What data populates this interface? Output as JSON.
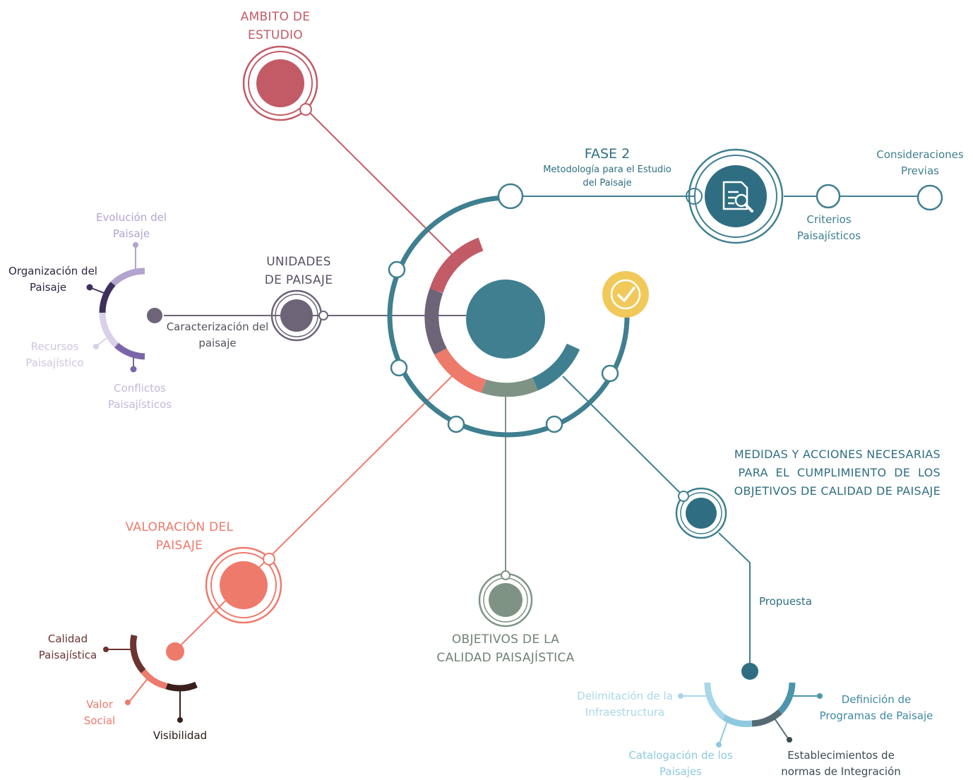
{
  "colors": {
    "teal": "#3f7f90",
    "red": "#c25b66",
    "purple": "#6d6478",
    "salmon": "#ee7a6c",
    "gray_green": "#7f9384",
    "yellow": "#f0c95a",
    "dark_teal": "#2f6e82",
    "light_purple": "#b3a3cf",
    "dark_purple": "#3f2f5c",
    "brown": "#6b3430",
    "light_blue": "#8ec9e0",
    "blue_gray": "#566a75"
  },
  "icons": {
    "fase2": "document-search-icon",
    "check": "check-icon"
  },
  "diagram": {
    "ambito": {
      "line1": "AMBITO DE",
      "line2": "ESTUDIO"
    },
    "fase2": {
      "title": "FASE 2",
      "subtitle_line1": "Metodología para el  Estudio",
      "subtitle_line2": "del Paisaje"
    },
    "consideraciones": {
      "line1": "Consideraciones",
      "line2": "Previas"
    },
    "criterios": {
      "line1": "Criterios",
      "line2": "Paisajísticos"
    },
    "unidades": {
      "line1": "UNIDADES",
      "line2": "DE PAISAJE"
    },
    "caracterizacion": {
      "line1": "Caracterización del",
      "line2": "paisaje"
    },
    "evolucion": {
      "line1": "Evolución del",
      "line2": "Paisaje"
    },
    "organizacion": {
      "line1": "Organización del",
      "line2": "Paisaje"
    },
    "recursos": {
      "line1": "Recursos",
      "line2": "Paisajístico"
    },
    "conflictos": {
      "line1": "Conflictos",
      "line2": "Paisajísticos"
    },
    "medidas": {
      "line1": "MEDIDAS Y ACCIONES NECESARIAS",
      "line2": "PARA  EL  CUMPLIMIENTO  DE  LOS",
      "line3": "OBJETIVOS DE CALIDAD DE PAISAJE"
    },
    "propuesta": "Propuesta",
    "valoracion": {
      "line1": "VALORACIÓN DEL",
      "line2": "PAISAJE"
    },
    "calidad": {
      "line1": "Calidad",
      "line2": "Paisajística"
    },
    "valor_social": {
      "line1": "Valor",
      "line2": "Social"
    },
    "visibilidad": "Visibilidad",
    "objetivos": {
      "line1": "OBJETIVOS DE LA",
      "line2": "CALIDAD PAISAJÍSTICA"
    },
    "delimitacion": {
      "line1": "Delimitación de la",
      "line2": "Infraestructura"
    },
    "definicion": {
      "line1": "Definición de",
      "line2": "Programas de Paisaje"
    },
    "catalogacion": {
      "line1": "Catalogación de los",
      "line2": "Paisajes"
    },
    "establecimientos": {
      "line1": "Establecimientos de",
      "line2": "normas de Integración"
    }
  }
}
